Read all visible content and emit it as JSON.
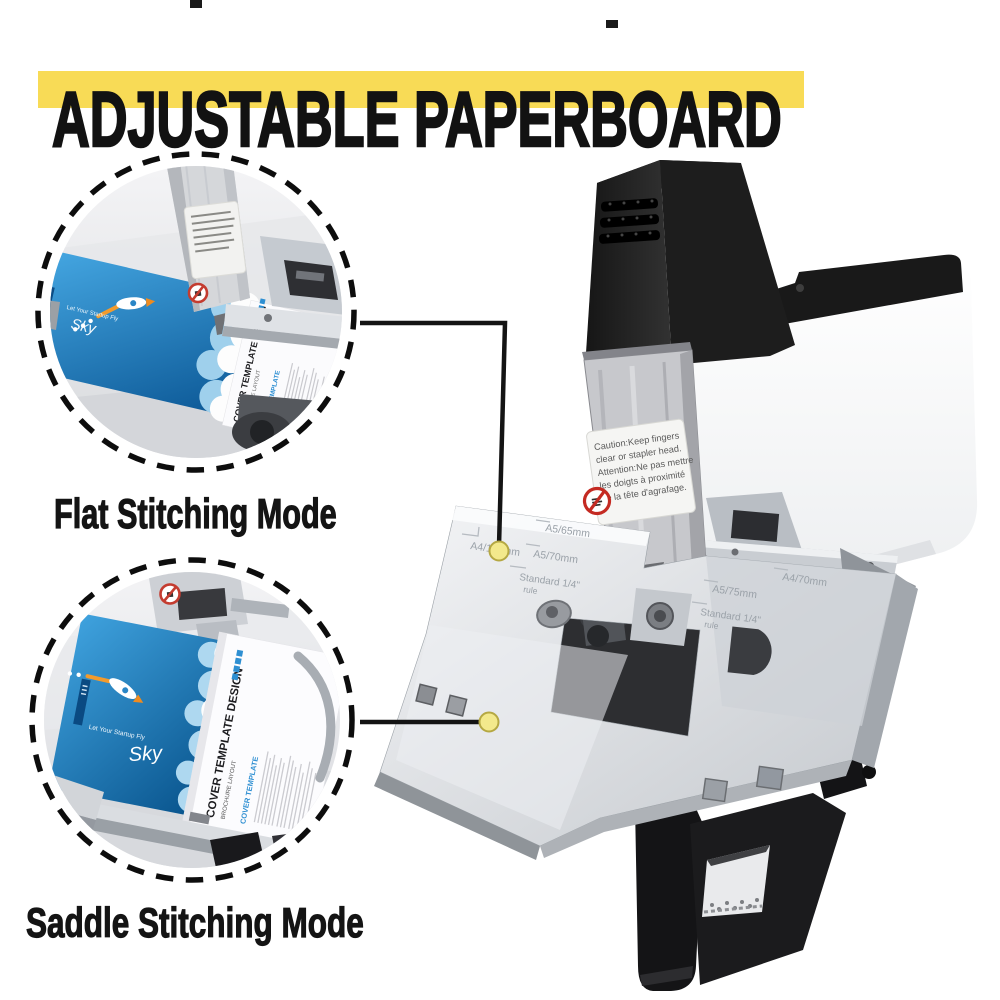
{
  "title": "ADJUSTABLE PAPERBOARD",
  "callouts": [
    {
      "label": "Flat Stitching Mode"
    },
    {
      "label": "Saddle Stitching Mode"
    }
  ],
  "machine": {
    "caution_label_lines": [
      "Caution:Keep fingers",
      "clear or stapler head.",
      "Attention:Ne pas mettre",
      "les doigts à proximité",
      "de la tête d'agrafage."
    ],
    "platform_markings": {
      "left": [
        "A4/110mm",
        "A5/65mm",
        "A5/70mm",
        "Standard 1/4\"",
        "rule"
      ],
      "right": [
        "A5/75mm",
        "Standard 1/4\"",
        "rule",
        "A4/70mm"
      ]
    }
  },
  "brochure": {
    "title": "COVER TEMPLATE DESIGN",
    "subtitle": "BROCHURE LAYOUT",
    "section": "COVER TEMPLATE",
    "tagline": "Let Your Startup Fly",
    "sky": "Sky"
  },
  "colors": {
    "accent_yellow": "#F8DB56",
    "callout_dot": "#F3E98C",
    "brochure_blue": "#1F7EC2",
    "caution_red": "#C42A22",
    "machine_black": "#161616",
    "steel_gray": "#D9DCE0"
  }
}
